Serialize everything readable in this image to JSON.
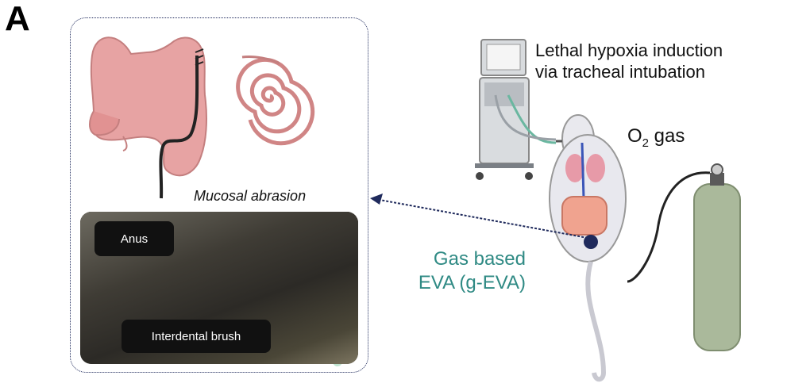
{
  "panel": {
    "letter": "A"
  },
  "inset": {
    "title": "Mucosal abrasion",
    "photo_labels": {
      "anus": "Anus",
      "brush": "Interdental brush"
    }
  },
  "ventilator": {
    "label_line1": "Lethal hypoxia induction",
    "label_line2": "via tracheal intubation"
  },
  "gas": {
    "label_main": "O",
    "label_sub": "2",
    "label_rest": " gas"
  },
  "method": {
    "line1": "Gas based",
    "line2": "EVA (g-EVA)"
  },
  "colors": {
    "colon": "#e7a3a3",
    "colon_stroke": "#c47f7f",
    "mouse_body": "#e8e8ee",
    "cylinder": "#a9b89a",
    "method_text": "#2f8a84",
    "arrow": "#1f2a5c",
    "brush": "#2c4fd1"
  }
}
